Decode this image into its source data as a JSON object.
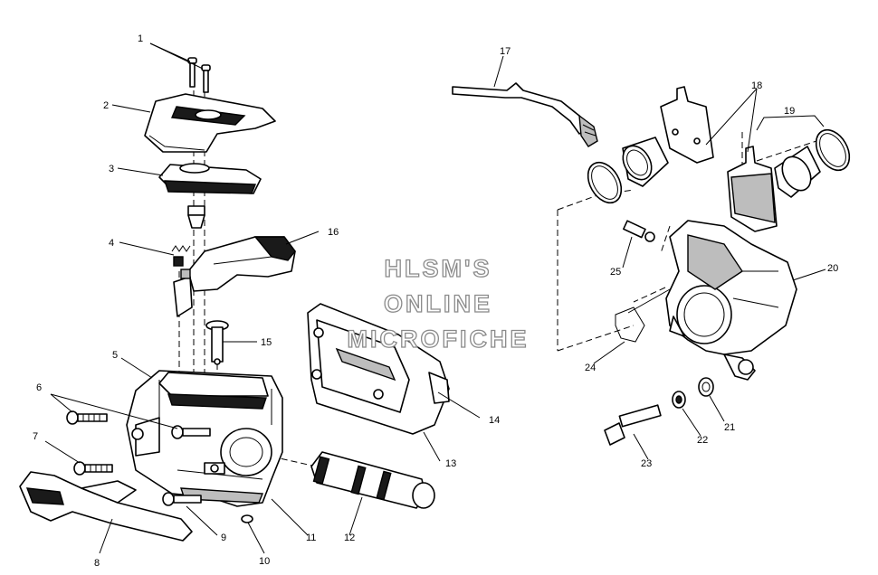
{
  "watermark": {
    "line1": "HLSM'S",
    "line2": "ONLINE",
    "line3": "MICROFICHE"
  },
  "callouts": [
    "1",
    "2",
    "3",
    "4",
    "5",
    "6",
    "7",
    "8",
    "9",
    "10",
    "11",
    "12",
    "13",
    "14",
    "15",
    "16",
    "17",
    "18",
    "19",
    "20",
    "21",
    "22",
    "23",
    "24",
    "25"
  ]
}
